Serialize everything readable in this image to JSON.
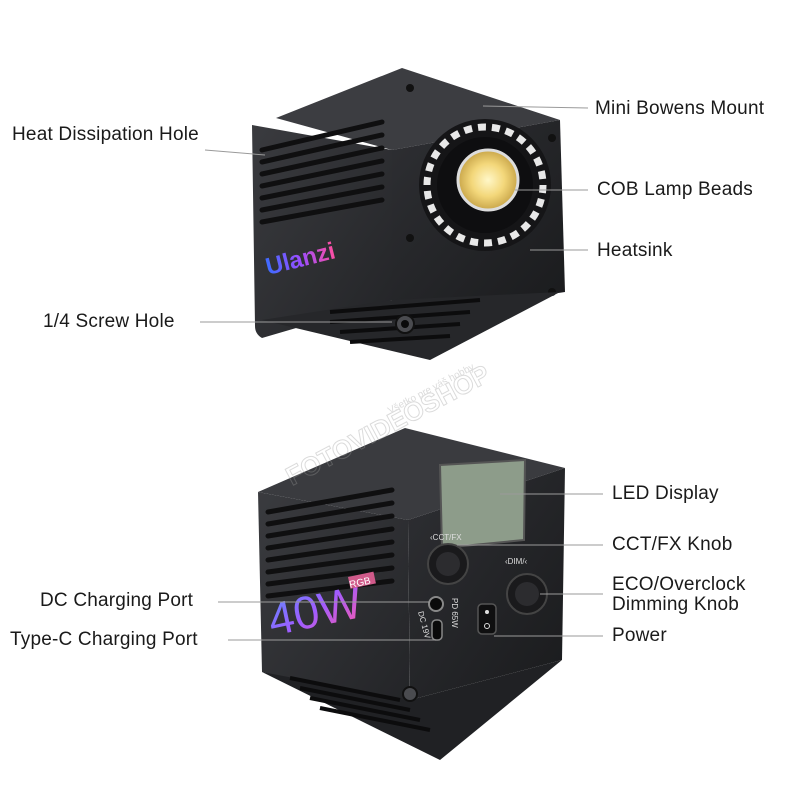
{
  "upper_unit": {
    "brand": "Ulanzi",
    "callouts": {
      "heat_dissipation": "Heat Dissipation Hole",
      "mini_bowens": "Mini Bowens Mount",
      "cob_lamp": "COB Lamp Beads",
      "heatsink": "Heatsink",
      "screw_hole": "1/4 Screw Hole"
    }
  },
  "lower_unit": {
    "power_badge": "40W",
    "rgb_badge": "RGB",
    "knob_left_label": "‹CCT/FX",
    "knob_right_label": "‹DIM/‹",
    "dc_port_label": "DC 19V",
    "pd_port_label": "PD 65W",
    "callouts": {
      "led_display": "LED Display",
      "cct_fx_knob": "CCT/FX Knob",
      "eco_line1": "ECO/Overclock",
      "eco_line2": "Dimming Knob",
      "power": "Power",
      "dc_charging": "DC Charging Port",
      "typec_charging": "Type-C Charging Port"
    }
  },
  "watermark": {
    "main": "FOTOVIDEOSHOP",
    "tagline": "Všetko pre váš hobby"
  },
  "colors": {
    "body_dark": "#2a2b2e",
    "face_dark": "#1c1d1f",
    "display_green": "#8d9c8a",
    "label_text": "#1a1a1a"
  }
}
